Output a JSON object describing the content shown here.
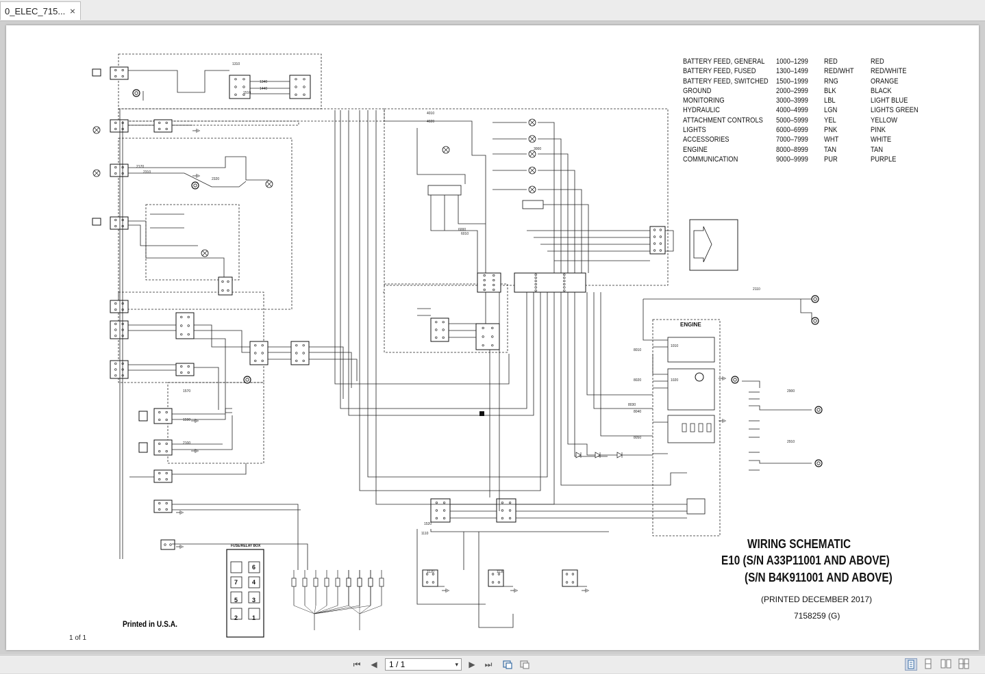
{
  "tab": {
    "title": "0_ELEC_715...",
    "close_glyph": "×"
  },
  "legend": [
    {
      "name": "BATTERY FEED, GENERAL",
      "range": "1000–1299",
      "code": "RED",
      "color": "RED"
    },
    {
      "name": "BATTERY FEED, FUSED",
      "range": "1300–1499",
      "code": "RED/WHT",
      "color": "RED/WHITE"
    },
    {
      "name": "BATTERY FEED, SWITCHED",
      "range": "1500–1999",
      "code": "RNG",
      "color": "ORANGE"
    },
    {
      "name": "GROUND",
      "range": "2000–2999",
      "code": "BLK",
      "color": "BLACK"
    },
    {
      "name": "MONITORING",
      "range": "3000–3999",
      "code": "LBL",
      "color": "LIGHT BLUE"
    },
    {
      "name": "HYDRAULIC",
      "range": "4000–4999",
      "code": "LGN",
      "color": "LIGHTS GREEN"
    },
    {
      "name": "ATTACHMENT CONTROLS",
      "range": "5000–5999",
      "code": "YEL",
      "color": "YELLOW"
    },
    {
      "name": "LIGHTS",
      "range": "6000–6999",
      "code": "PNK",
      "color": "PINK"
    },
    {
      "name": "ACCESSORIES",
      "range": "7000–7999",
      "code": "WHT",
      "color": "WHITE"
    },
    {
      "name": "ENGINE",
      "range": "8000–8999",
      "code": "TAN",
      "color": "TAN"
    },
    {
      "name": "COMMUNICATION",
      "range": "9000–9999",
      "code": "PUR",
      "color": "PURPLE"
    }
  ],
  "titleblock": {
    "line1": "WIRING SCHEMATIC",
    "line2": "E10  (S/N A33P11001 AND ABOVE)",
    "line3": "(S/N B4K911001 AND ABOVE)",
    "printed": "(PRINTED DECEMBER 2017)",
    "part_no": "7158259 (G)"
  },
  "footer": {
    "printed_in": "Printed in U.S.A.",
    "page_count": "1 of 1"
  },
  "schematic": {
    "engine_label": "ENGINE",
    "fuse_box_label": "FUSE/RELAY BOX",
    "fuse_numbers": [
      "6",
      "7",
      "4",
      "5",
      "3",
      "2",
      "1"
    ],
    "wire_labels": [
      "1310",
      "1340",
      "1440",
      "1510",
      "1570",
      "1590",
      "2100",
      "2110",
      "2170",
      "2310",
      "2320",
      "2900",
      "2910",
      "3000",
      "4010",
      "4020",
      "6000",
      "6010",
      "8010",
      "8020",
      "8030",
      "8040",
      "8050",
      "1010",
      "1020",
      "1520",
      "1110",
      "1120",
      "1130"
    ]
  },
  "statusbar": {
    "first_page": "⏮",
    "prev_page": "◀",
    "page_indicator": "1 / 1",
    "next_page": "▶",
    "last_page": "⏭",
    "dropdown_glyph": "▾"
  }
}
